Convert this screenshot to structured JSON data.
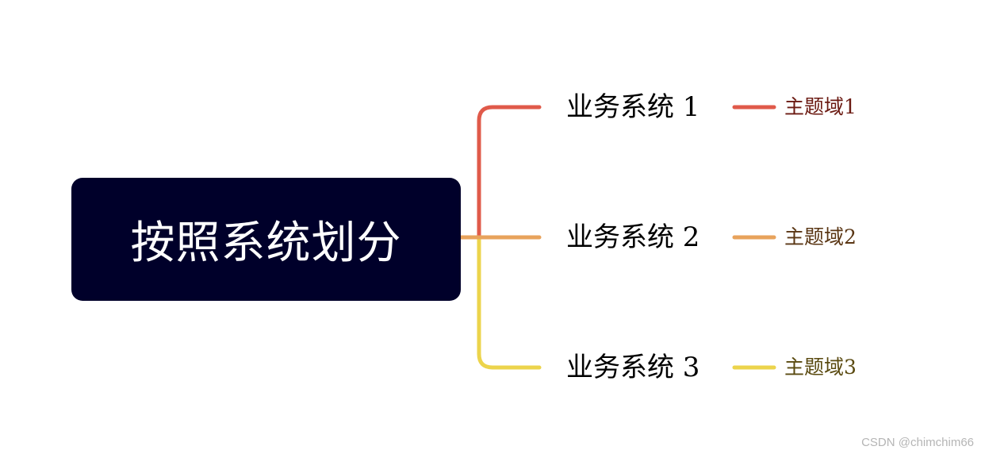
{
  "root": {
    "label": "按照系统划分",
    "fill": "#00002a",
    "text_color": "#ffffff"
  },
  "branches": [
    {
      "label": "业务系统 1",
      "color": "#e05a4a",
      "leaf": {
        "label": "主题域1",
        "color": "#6b1a12"
      }
    },
    {
      "label": "业务系统 2",
      "color": "#e8a35c",
      "leaf": {
        "label": "主题域2",
        "color": "#5a3614"
      }
    },
    {
      "label": "业务系统 3",
      "color": "#ecd44c",
      "leaf": {
        "label": "主题域3",
        "color": "#5a4a10"
      }
    }
  ],
  "watermark": "CSDN @chimchim66"
}
